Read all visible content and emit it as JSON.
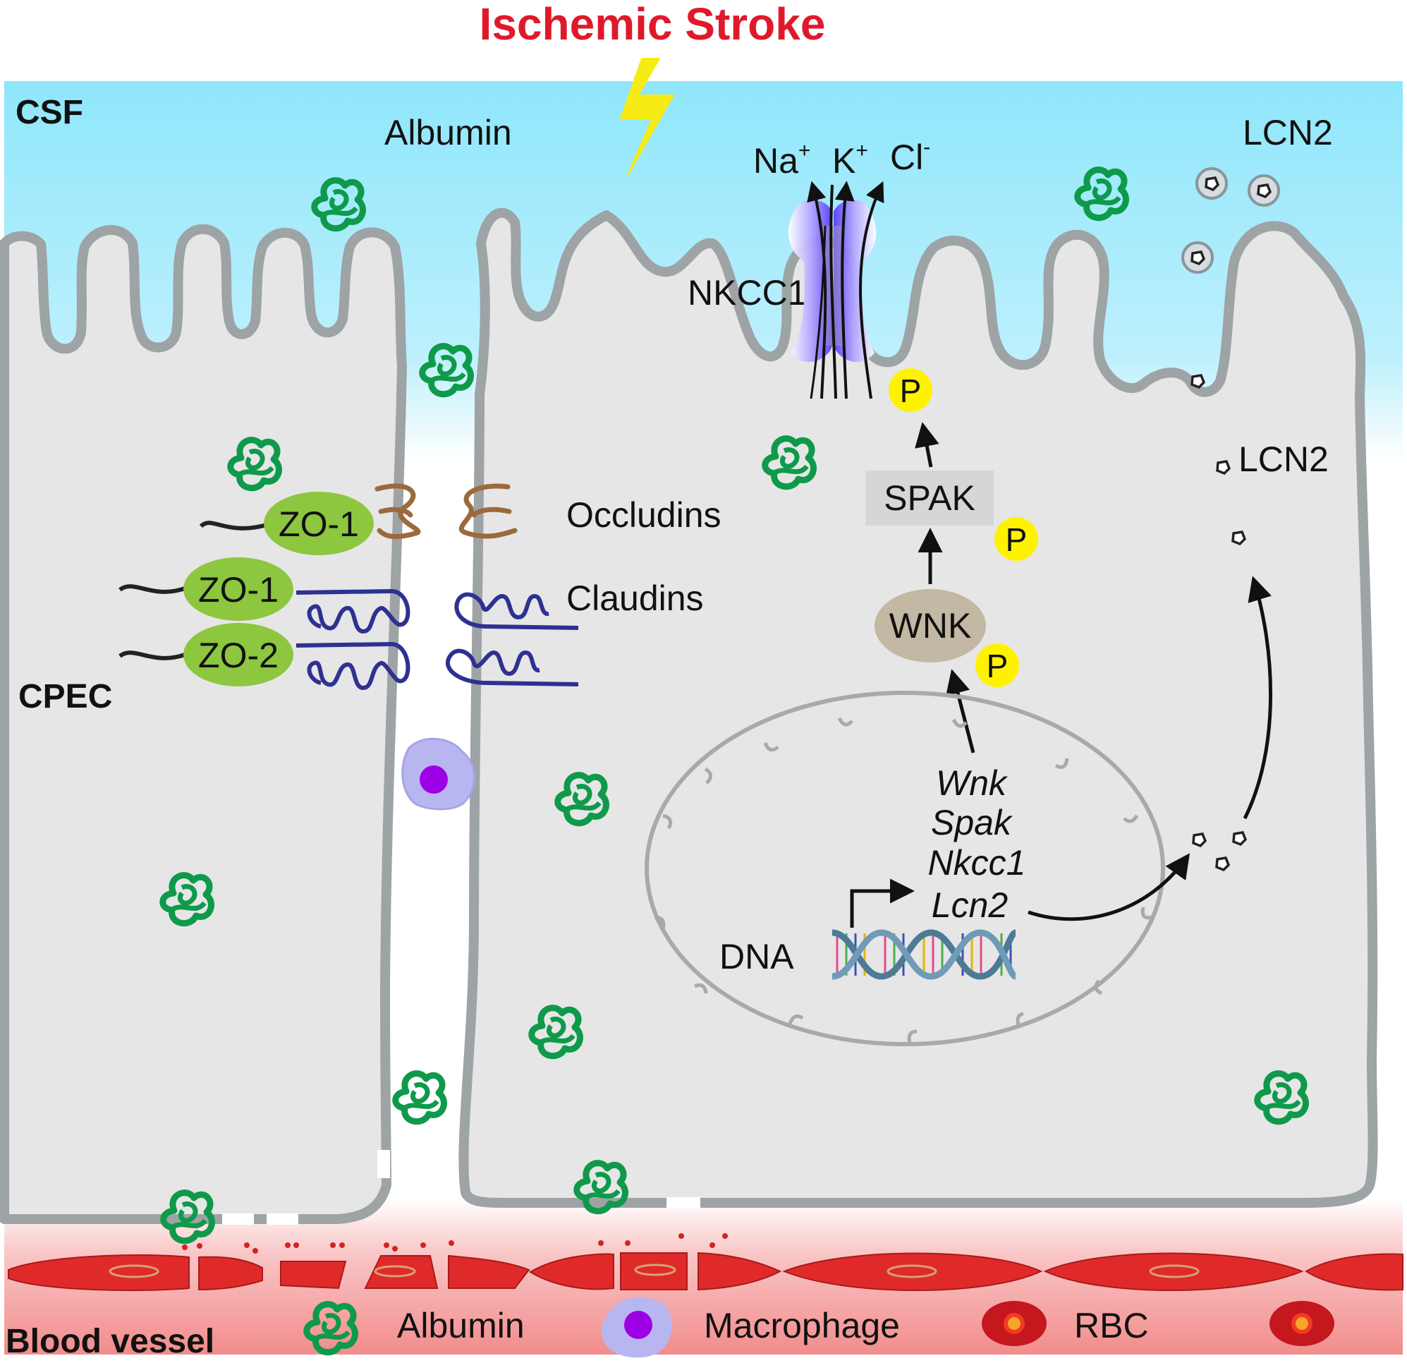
{
  "title": "Ischemic Stroke",
  "regions": {
    "csf": "CSF",
    "cpec": "CPEC",
    "blood_vessel": "Blood vessel"
  },
  "labels": {
    "albumin_top": "Albumin",
    "lcn2_top": "LCN2",
    "lcn2_mid": "LCN2",
    "nkcc1": "NKCC1",
    "na_base": "Na",
    "na_sup": "+",
    "k_base": "K",
    "k_sup": "+",
    "cl_base": "Cl",
    "cl_sup": "-",
    "occludins": "Occludins",
    "claudins": "Claudins",
    "zo1_a": "ZO-1",
    "zo1_b": "ZO-1",
    "zo2": "ZO-2",
    "spak": "SPAK",
    "wnk": "WNK",
    "p1": "P",
    "p2": "P",
    "p3": "P",
    "dna": "DNA"
  },
  "genes": [
    "Wnk",
    "Spak",
    "Nkcc1",
    "Lcn2"
  ],
  "legend": {
    "albumin": "Albumin",
    "macrophage": "Macrophage",
    "rbc": "RBC"
  },
  "colors": {
    "title_red": "#e0192a",
    "csf_blue": "#8fe6fb",
    "cell_gray": "#e6e6e6",
    "membrane": "#9ea3a5",
    "albumin_green": "#0e9a4a",
    "zo_green": "#8dc63f",
    "claudin_blue": "#2e3192",
    "occludin_brown": "#9b6a3c",
    "phospho_yellow": "#fff200",
    "nkcc1_purple": "#6a4cff",
    "macrophage_lilac": "#b8b6f0",
    "macrophage_nucleus": "#9e00e6",
    "vessel_red": "#e02a2a",
    "rbc_red": "#c4171e"
  }
}
